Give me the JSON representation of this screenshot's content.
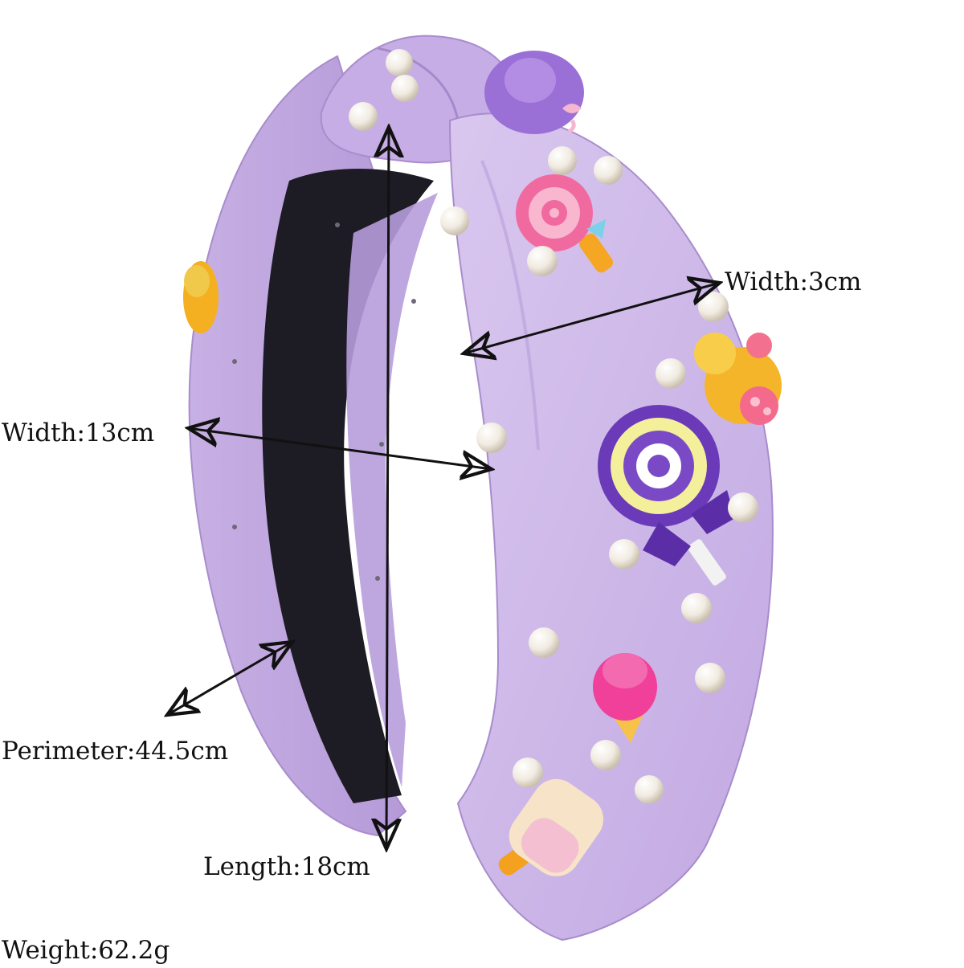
{
  "colors": {
    "fabric": "#c8b2e6",
    "fabric_light": "#dccbf0",
    "fabric_shadow": "#9f86c6",
    "lining": "#1c1a22",
    "pearl": "#f4efe6",
    "arrow": "#111111"
  },
  "labels": {
    "width_top": "Width:3cm",
    "width_side": "Width:13cm",
    "perimeter": "Perimeter:44.5cm",
    "length": "Length:18cm",
    "weight": "Weight:62.2g"
  }
}
